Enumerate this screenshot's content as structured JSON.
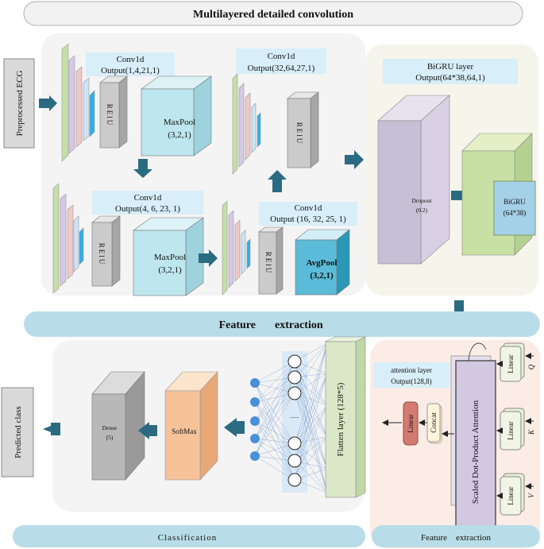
{
  "title": "Multilayered detailed convolution",
  "input_label": "Preprocessed ECG",
  "output_label": "Predicted class",
  "conv_blocks": {
    "block1": {
      "name": "Conv1d",
      "output": "Output(1,4,21,1)",
      "act": "RElU",
      "pool": "MaxPool",
      "pool_params": "(3,2,1)"
    },
    "block2": {
      "name": "Conv1d",
      "output": "Output(4, 6, 23, 1)",
      "act": "RElU",
      "pool": "MaxPool",
      "pool_params": "(3,2,1)"
    },
    "block3": {
      "name": "Conv1d",
      "output": "Output (16, 32, 25, 1)",
      "act": "RElU",
      "pool": "AvgPool",
      "pool_params": "(3,2,1)"
    },
    "block4": {
      "name": "Conv1d",
      "output": "Output(32,64,27,1)",
      "act": "RElU"
    }
  },
  "bigru": {
    "name": "BiGRU layer",
    "output": "Output(64*38,64,1)",
    "dropout": "Dropout",
    "dropout_rate": "(0.2)",
    "cell": "BiGRU",
    "cell_size": "(64*38)"
  },
  "feature_bar": {
    "left": "Feature",
    "right": "extraction"
  },
  "attention": {
    "name": "attention layer",
    "output": "Output(128,8)",
    "sdpa": "Scaled Dot-Product Attention",
    "concat": "Concat",
    "linear": "Linear",
    "inputs": [
      "Q",
      "K",
      "V"
    ]
  },
  "classifier": {
    "flatten": "Flatten layer  (128*5)",
    "dots": "......",
    "softmax": "SoftMax",
    "dense": "Dense",
    "dense_units": "(5)"
  },
  "bottom": {
    "left": "Classification",
    "right": "Feature    extraction"
  }
}
